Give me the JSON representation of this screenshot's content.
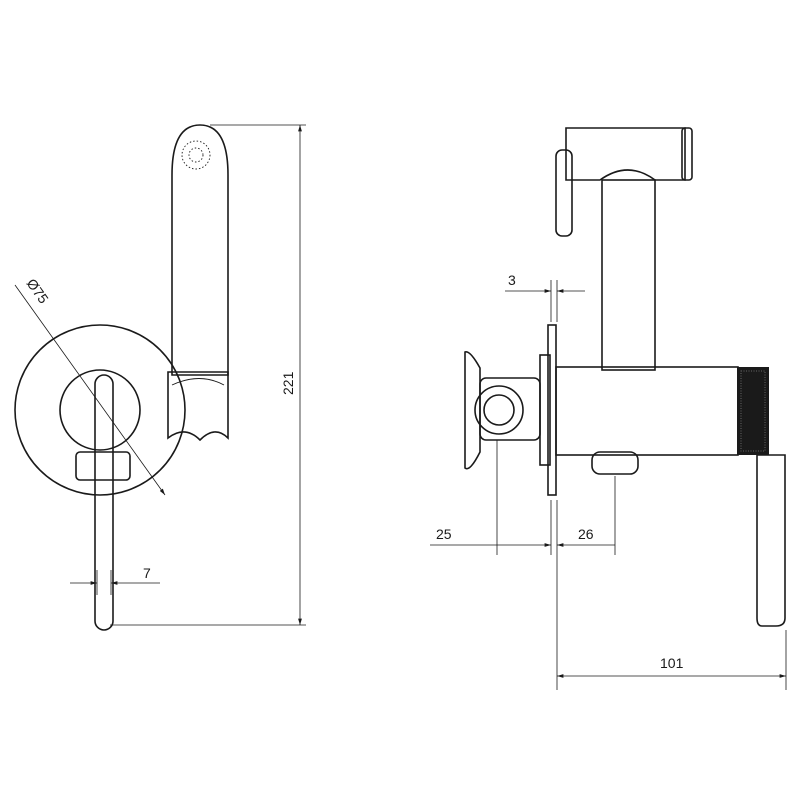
{
  "title": "Hygienic shower mixer technical drawing",
  "front_view": {
    "diameter_label": "Ø75",
    "height_label": "221",
    "lever_width_label": "7"
  },
  "side_view": {
    "plate_thickness_label": "3",
    "rear_depth_label": "25",
    "outlet_offset_label": "26",
    "total_depth_label": "101"
  },
  "colors": {
    "line": "#1a1a1a",
    "background": "#ffffff"
  }
}
